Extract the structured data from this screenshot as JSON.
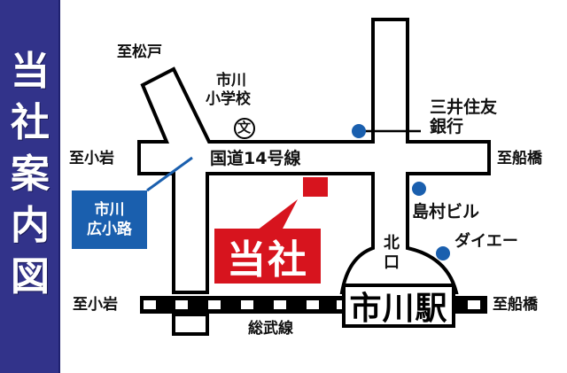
{
  "title": {
    "chars": [
      "当",
      "社",
      "案",
      "内",
      "図"
    ],
    "text": "当社案内図",
    "background": "#32338a",
    "color": "#ffffff"
  },
  "map": {
    "roads": {
      "route14": "国道14号線",
      "railway": "総武線"
    },
    "directions": {
      "matsudo": "至松戸",
      "koiwa_road": "至小岩",
      "funabashi_road": "至船橋",
      "koiwa_rail": "至小岩",
      "funabashi_rail": "至船橋"
    },
    "landmarks": {
      "school_line1": "市川",
      "school_line2": "小学校",
      "school_icon": "文",
      "bank_line1": "三井住友",
      "bank_line2": "銀行",
      "shimamura": "島村ビル",
      "daiei": "ダイエー",
      "hirokoji_line1": "市川",
      "hirokoji_line2": "広小路"
    },
    "station": {
      "name": "市川駅",
      "exit": [
        "北",
        "口"
      ]
    },
    "company": {
      "label": "当社",
      "color": "#d7141e"
    },
    "colors": {
      "marker": "#1a5fae",
      "road_outline": "#000000",
      "callout_box": "#1a5fae"
    }
  }
}
